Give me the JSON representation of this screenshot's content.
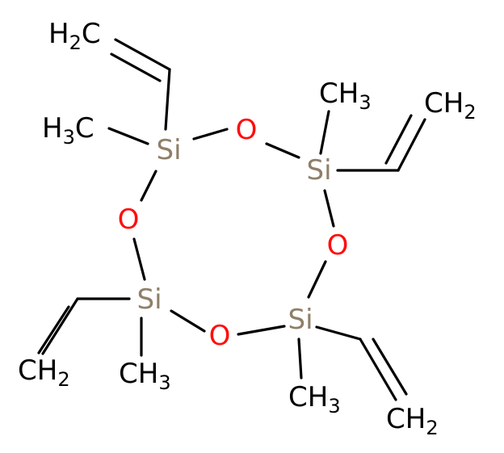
{
  "molecule": {
    "atom_colors": {
      "Si": "#8f7f68",
      "O": "#ff0d0d",
      "C": "#000000"
    },
    "silicon_atoms": [
      {
        "label": "Si"
      },
      {
        "label": "Si"
      },
      {
        "label": "Si"
      },
      {
        "label": "Si"
      }
    ],
    "oxygen_atoms": [
      {
        "label": "O"
      },
      {
        "label": "O"
      },
      {
        "label": "O"
      },
      {
        "label": "O"
      }
    ],
    "methyl_groups": [
      {
        "main": "H",
        "sub": "3",
        "prefix": "C"
      },
      {
        "main": "CH",
        "sub": "3"
      },
      {
        "main": "CH",
        "sub": "3"
      },
      {
        "main": "CH",
        "sub": "3"
      }
    ],
    "vinyl_terminals": [
      {
        "main": "H",
        "sub": "2",
        "suffix": "C"
      },
      {
        "main": "CH",
        "sub": "2"
      },
      {
        "main": "CH",
        "sub": "2"
      },
      {
        "main": "CH",
        "sub": "2"
      }
    ]
  }
}
